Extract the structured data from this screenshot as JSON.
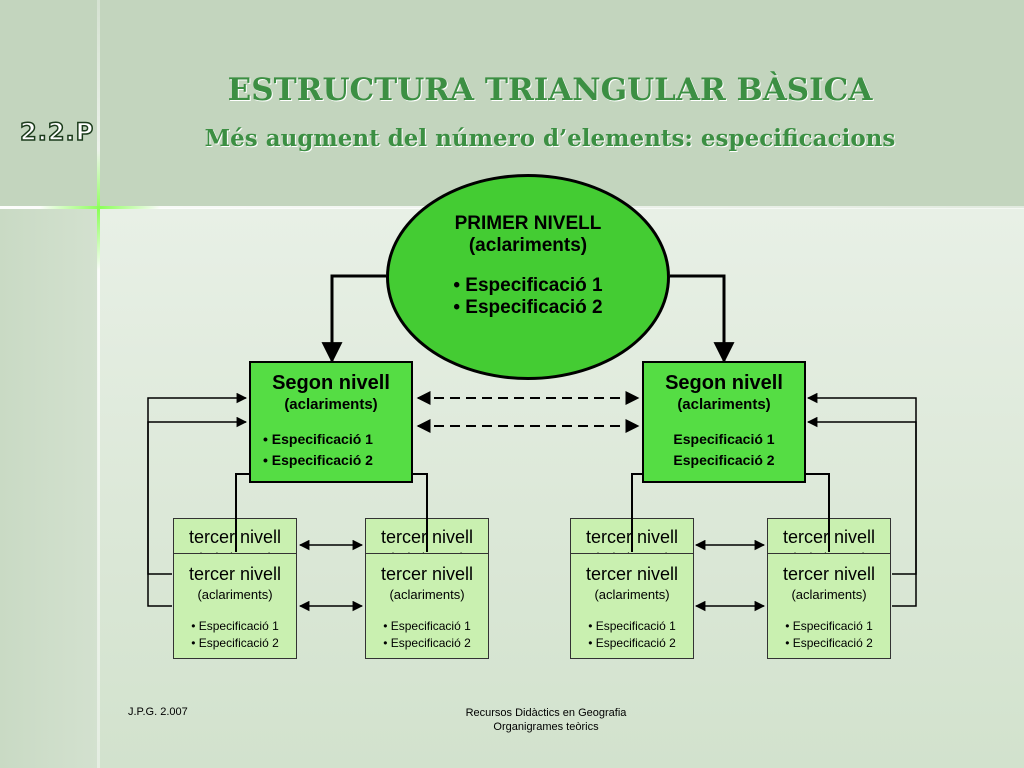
{
  "header": {
    "code": "2.2.P",
    "title": "ESTRUCTURA TRIANGULAR BÀSICA",
    "subtitle": "Més augment del número d’elements: especificacions"
  },
  "level1": {
    "title": "PRIMER NIVELL",
    "subtitle": "(aclariments)",
    "items": [
      "• Especificació 1",
      "• Especificació 2"
    ]
  },
  "level2": [
    {
      "title": "Segon nivell",
      "subtitle": "(aclariments)",
      "items": [
        "• Especificació 1",
        "• Especificació 2"
      ]
    },
    {
      "title": "Segon nivell",
      "subtitle": "(aclariments)",
      "items": [
        "Especificació 1",
        "Especificació 2"
      ]
    }
  ],
  "level3": {
    "title": "tercer nivell",
    "subtitle": "(aclariments)",
    "items": [
      "• Especificació 1",
      "• Especificació 2"
    ]
  },
  "footer": {
    "author": "J.P.G. 2.007",
    "line1": "Recursos Didàctics en Geografia",
    "line2": "Organigrames teòrics"
  },
  "colors": {
    "title_green": "#3c8f43",
    "ellipse_fill": "#44cc33",
    "level2_fill": "#55dd44",
    "level3_fill": "#c9f0b0"
  }
}
